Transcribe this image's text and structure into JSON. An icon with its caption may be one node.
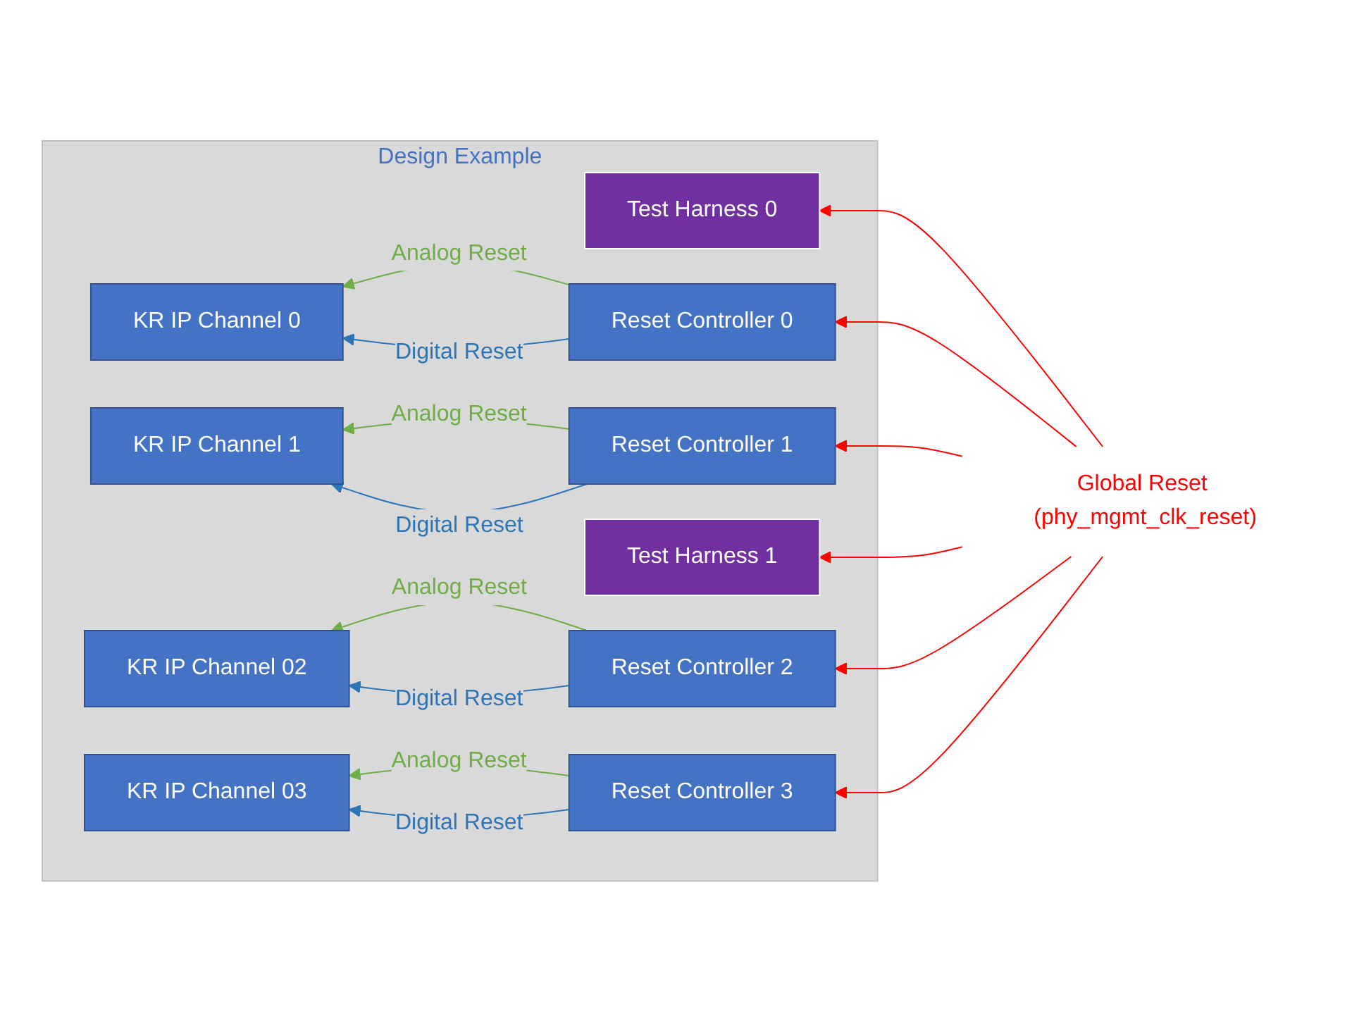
{
  "diagram": {
    "nodes": [
      {
        "text": [
          "Design Example"
        ]
      },
      {
        "text": [
          "Test Harness 0"
        ],
        "in": 0
      },
      {
        "text": [
          "KR IP Channel 0"
        ],
        "in": 0
      },
      {
        "text": [
          "Reset Controller 0"
        ],
        "in": 0
      },
      {
        "text": [
          "KR IP Channel 1"
        ],
        "in": 0
      },
      {
        "text": [
          "Reset Controller 1"
        ],
        "in": 0
      },
      {
        "text": [
          "Test Harness 1"
        ],
        "in": 0
      },
      {
        "text": [
          "KR IP Channel 02"
        ],
        "in": 0
      },
      {
        "text": [
          "Reset Controller 2"
        ],
        "in": 0
      },
      {
        "text": [
          "KR IP Channel 03"
        ],
        "in": 0
      },
      {
        "text": [
          "Reset Controller 3"
        ],
        "in": 0
      },
      {
        "text": [
          "Global Reset (phy_mgmt_clk_reset)"
        ]
      }
    ],
    "edges": [
      {
        "from": 11,
        "to": 1,
        "arrow": "to"
      },
      {
        "from": 11,
        "to": 3,
        "arrow": "to"
      },
      {
        "from": 11,
        "to": 5,
        "arrow": "to"
      },
      {
        "from": 11,
        "to": 8,
        "arrow": "to"
      },
      {
        "from": 11,
        "to": 10,
        "arrow": "to"
      },
      {
        "from": 11,
        "to": 6,
        "arrow": "to"
      },
      {
        "from": 3,
        "to": 2,
        "arrow": "to",
        "label": "Analog Reset",
        "color": "#70ad47"
      },
      {
        "from": 3,
        "to": 2,
        "arrow": "to",
        "label": "Digital Reset",
        "color": "#2e75b6"
      },
      {
        "from": 5,
        "to": 4,
        "arrow": "to",
        "label": "Analog Reset",
        "color": "#70ad47"
      },
      {
        "from": 5,
        "to": 4,
        "arrow": "to",
        "label": "Digital Reset",
        "color": "#2e75b6"
      },
      {
        "from": 8,
        "to": 7,
        "arrow": "to",
        "label": "Analog Reset",
        "color": "#70ad47"
      },
      {
        "from": 8,
        "to": 7,
        "arrow": "to",
        "label": "Digital Reset",
        "color": "#2e75b6"
      },
      {
        "from": 10,
        "to": 9,
        "arrow": "to",
        "label": "Analog Reset",
        "color": "#70ad47"
      },
      {
        "from": 10,
        "to": 9,
        "arrow": "to",
        "label": "Digital Reset",
        "color": "#2e75b6"
      }
    ]
  }
}
